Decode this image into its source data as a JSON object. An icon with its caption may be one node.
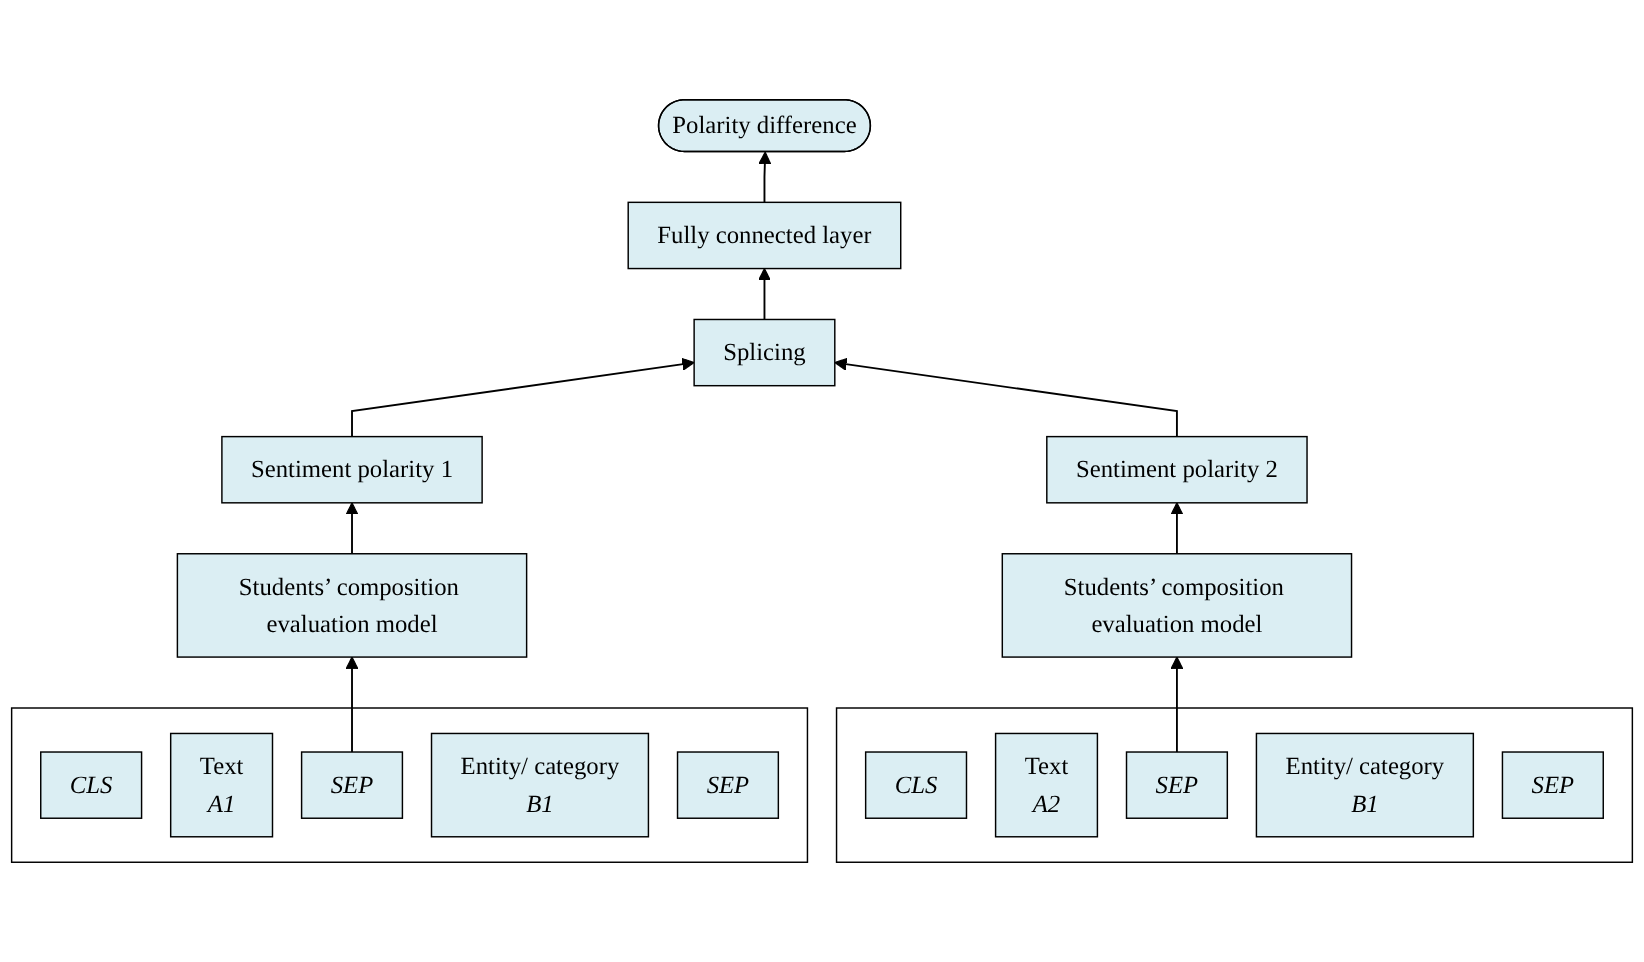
{
  "diagram": {
    "nodes": [
      {
        "text": [
          "Polarity difference"
        ]
      },
      {
        "text": [
          "Fully connected layer"
        ]
      },
      {
        "text": [
          "Splicing"
        ]
      },
      {
        "text": [
          "Sentiment polarity 1"
        ]
      },
      {
        "text": [
          "Sentiment polarity 2"
        ]
      },
      {
        "text": [
          "Students’ composition evaluation model"
        ]
      },
      {
        "text": [
          "Students’ composition evaluation model"
        ]
      },
      {
        "text": [],
        "shape": "box"
      },
      {
        "text": [
          "CLS"
        ],
        "in": 7
      },
      {
        "text": [
          "Text",
          "A1"
        ],
        "in": 7
      },
      {
        "text": [
          "SEP"
        ],
        "in": 7
      },
      {
        "text": [
          "Entity/ category",
          "B1"
        ],
        "in": 7
      },
      {
        "text": [
          "SEP"
        ],
        "in": 7
      },
      {
        "text": [],
        "shape": "box"
      },
      {
        "text": [
          "CLS"
        ],
        "in": 13
      },
      {
        "text": [
          "Text",
          "A2"
        ],
        "in": 13
      },
      {
        "text": [
          "SEP"
        ],
        "in": 13
      },
      {
        "text": [
          "Entity/ category",
          "B1"
        ],
        "in": 13
      },
      {
        "text": [
          "SEP"
        ],
        "in": 13
      }
    ],
    "edges": [
      {
        "from": 1,
        "to": 0,
        "arrow": "to"
      },
      {
        "from": 2,
        "to": 1,
        "arrow": "to"
      },
      {
        "from": 3,
        "to": 2,
        "arrow": "to"
      },
      {
        "from": 4,
        "to": 2,
        "arrow": "to"
      },
      {
        "from": 5,
        "to": 3,
        "arrow": "to"
      },
      {
        "from": 6,
        "to": 4,
        "arrow": "to"
      },
      {
        "from": 7,
        "to": 5,
        "arrow": "to"
      },
      {
        "from": 13,
        "to": 6,
        "arrow": "to"
      }
    ]
  }
}
